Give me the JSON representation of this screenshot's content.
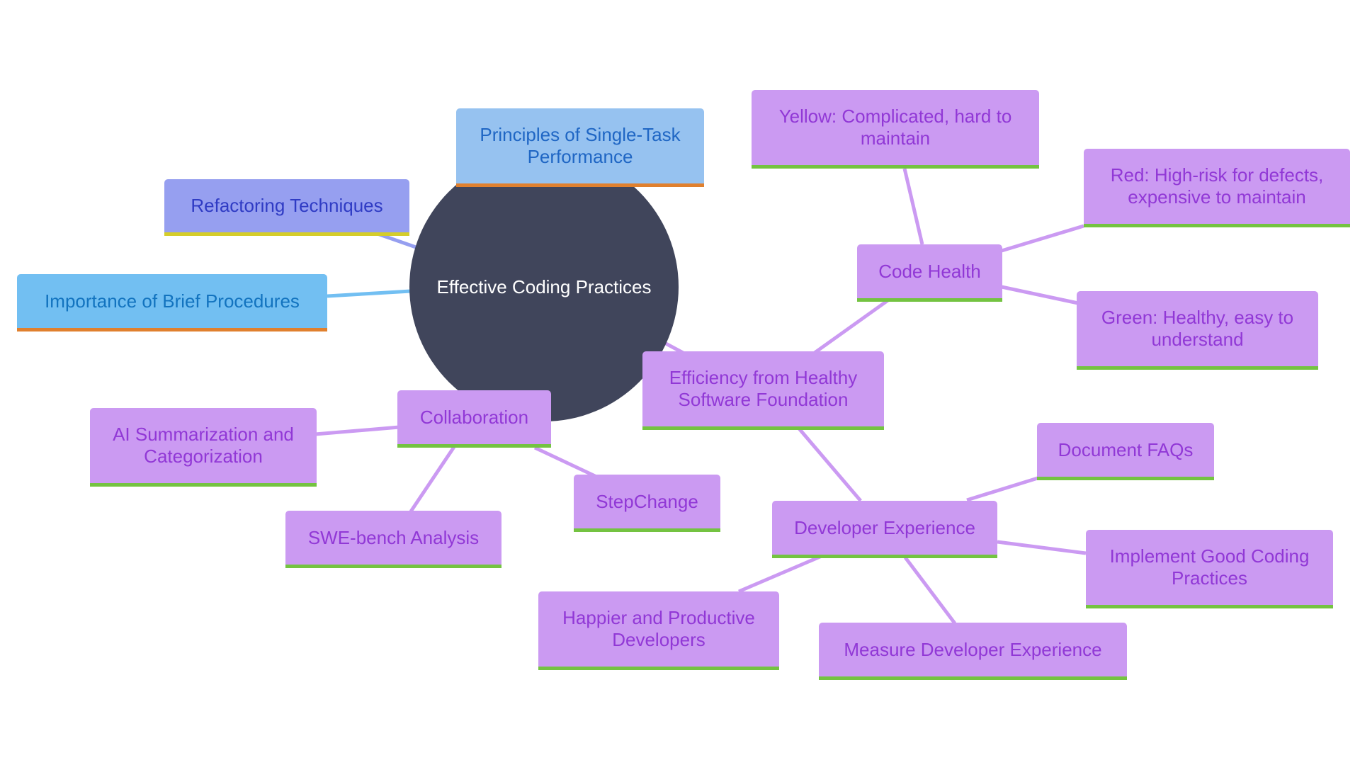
{
  "diagram": {
    "center": {
      "label": "Effective Coding Practices"
    },
    "nodes": {
      "principles": "Principles of Single-Task Performance",
      "refactoring": "Refactoring Techniques",
      "brief_procedures": "Importance of Brief Procedures",
      "collaboration": "Collaboration",
      "ai_summarization": "AI Summarization and Categorization",
      "swe_bench": "SWE-bench Analysis",
      "stepchange": "StepChange",
      "efficiency": "Efficiency from Healthy Software Foundation",
      "code_health": "Code Health",
      "yellow": "Yellow: Complicated, hard to maintain",
      "red": "Red: High-risk for defects, expensive to maintain",
      "green": "Green: Healthy, easy to understand",
      "developer_experience": "Developer Experience",
      "document_faqs": "Document FAQs",
      "implement_good": "Implement Good Coding Practices",
      "measure_dx": "Measure Developer Experience",
      "happier": "Happier and Productive Developers"
    },
    "colors": {
      "center": "#40455b",
      "purple_fill": "#cb9af2",
      "purple_text": "#9138d6",
      "green_underline": "#74c341",
      "orange_underline": "#e0802e",
      "yellow_underline": "#d5cd2a",
      "edge_purple": "#cb9af2",
      "edge_blue": "#72bff2",
      "edge_indigo": "#969ff0"
    }
  }
}
